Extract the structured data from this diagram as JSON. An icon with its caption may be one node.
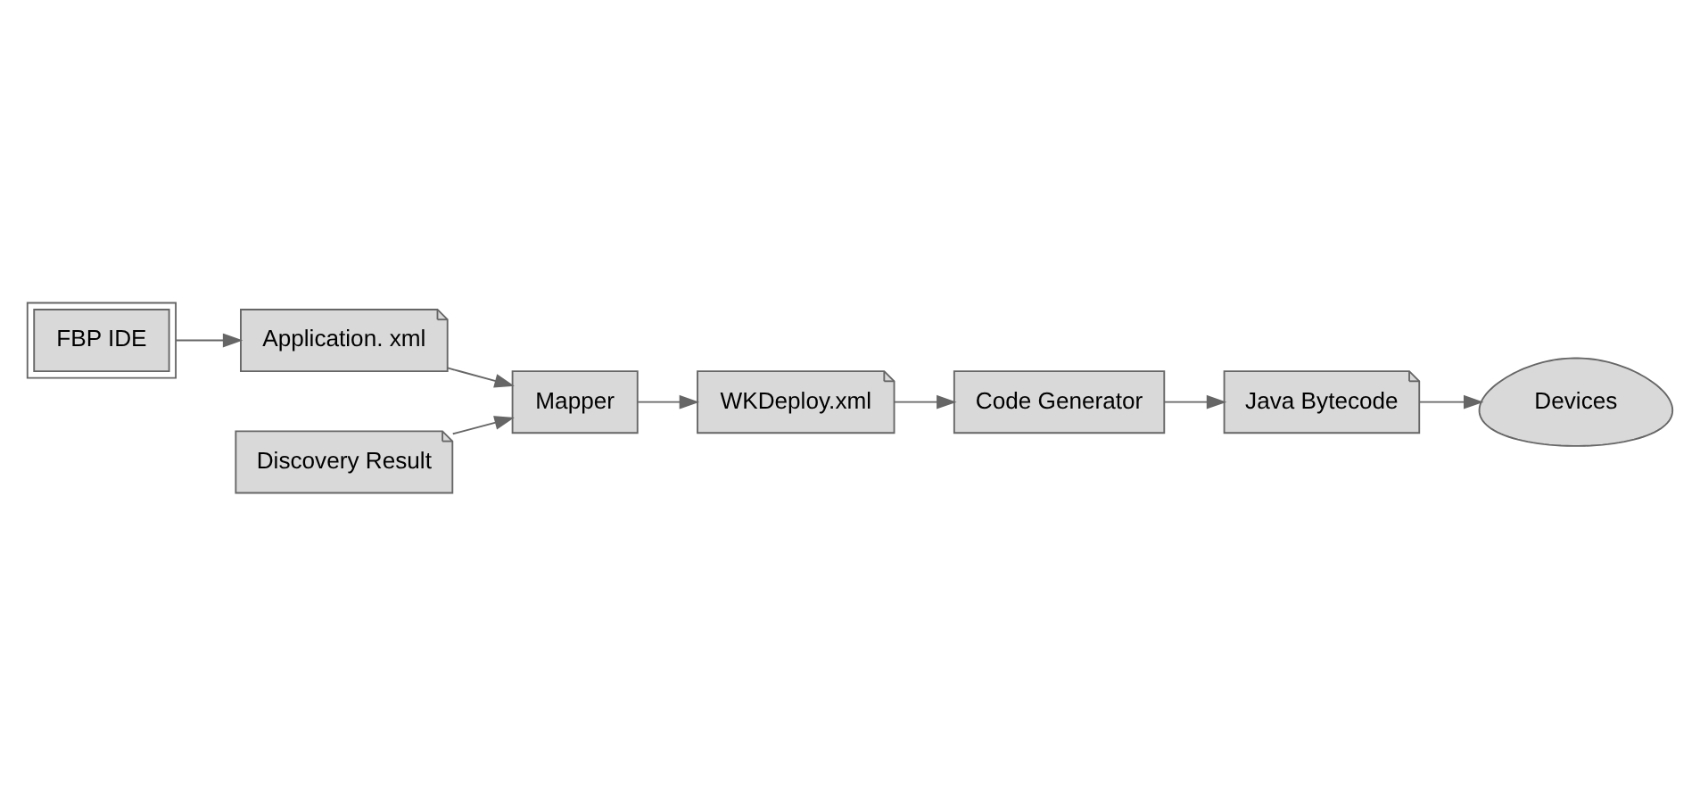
{
  "diagram": {
    "nodes": [
      {
        "text": [
          "FBP IDE"
        ]
      },
      {
        "text": [
          "Application. xml"
        ]
      },
      {
        "text": [
          "Mapper"
        ]
      },
      {
        "text": [
          "Discovery Result"
        ]
      },
      {
        "text": [
          "WKDeploy.xml"
        ]
      },
      {
        "text": [
          "Code Generator"
        ]
      },
      {
        "text": [
          "Java Bytecode"
        ]
      },
      {
        "text": [
          "Devices"
        ]
      }
    ],
    "edges": [
      {
        "from": 0,
        "to": 1,
        "arrow": "to"
      },
      {
        "from": 1,
        "to": 2,
        "arrow": "to"
      },
      {
        "from": 3,
        "to": 2,
        "arrow": "to"
      },
      {
        "from": 2,
        "to": 4,
        "arrow": "to"
      },
      {
        "from": 4,
        "to": 5,
        "arrow": "to"
      },
      {
        "from": 5,
        "to": 6,
        "arrow": "to"
      },
      {
        "from": 6,
        "to": 7,
        "arrow": "to"
      }
    ]
  }
}
